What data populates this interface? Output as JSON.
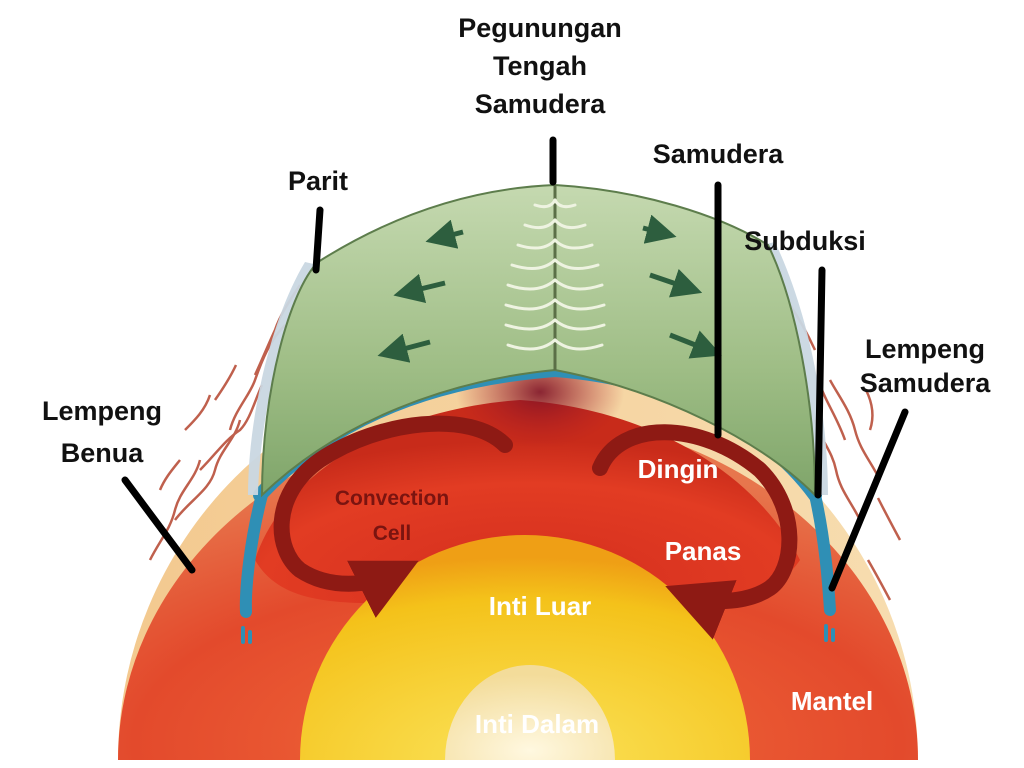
{
  "labels": {
    "mid_ocean_ridge": [
      "Pegunungan",
      "Tengah",
      "Samudera"
    ],
    "ocean": "Samudera",
    "trench": "Parit",
    "subduction": "Subduksi",
    "oceanic_plate": [
      "Lempeng",
      "Samudera"
    ],
    "continental_plate": [
      "Lempeng",
      "Benua"
    ],
    "cold": "Dingin",
    "hot": "Panas",
    "convection_cell": [
      "Convection",
      "Cell"
    ],
    "outer_core": "Inti Luar",
    "inner_core": "Inti Dalam",
    "mantle": "Mantel"
  },
  "colors": {
    "mantle": "#e0442c",
    "outer_core": "#f2c21a",
    "inner_core": "#f6e7b0",
    "ocean_plate": "#9cbc86",
    "plate_edge": "#2f8fb5",
    "crust": "#f2c98a",
    "convection_arrow": "#8e1a14"
  }
}
